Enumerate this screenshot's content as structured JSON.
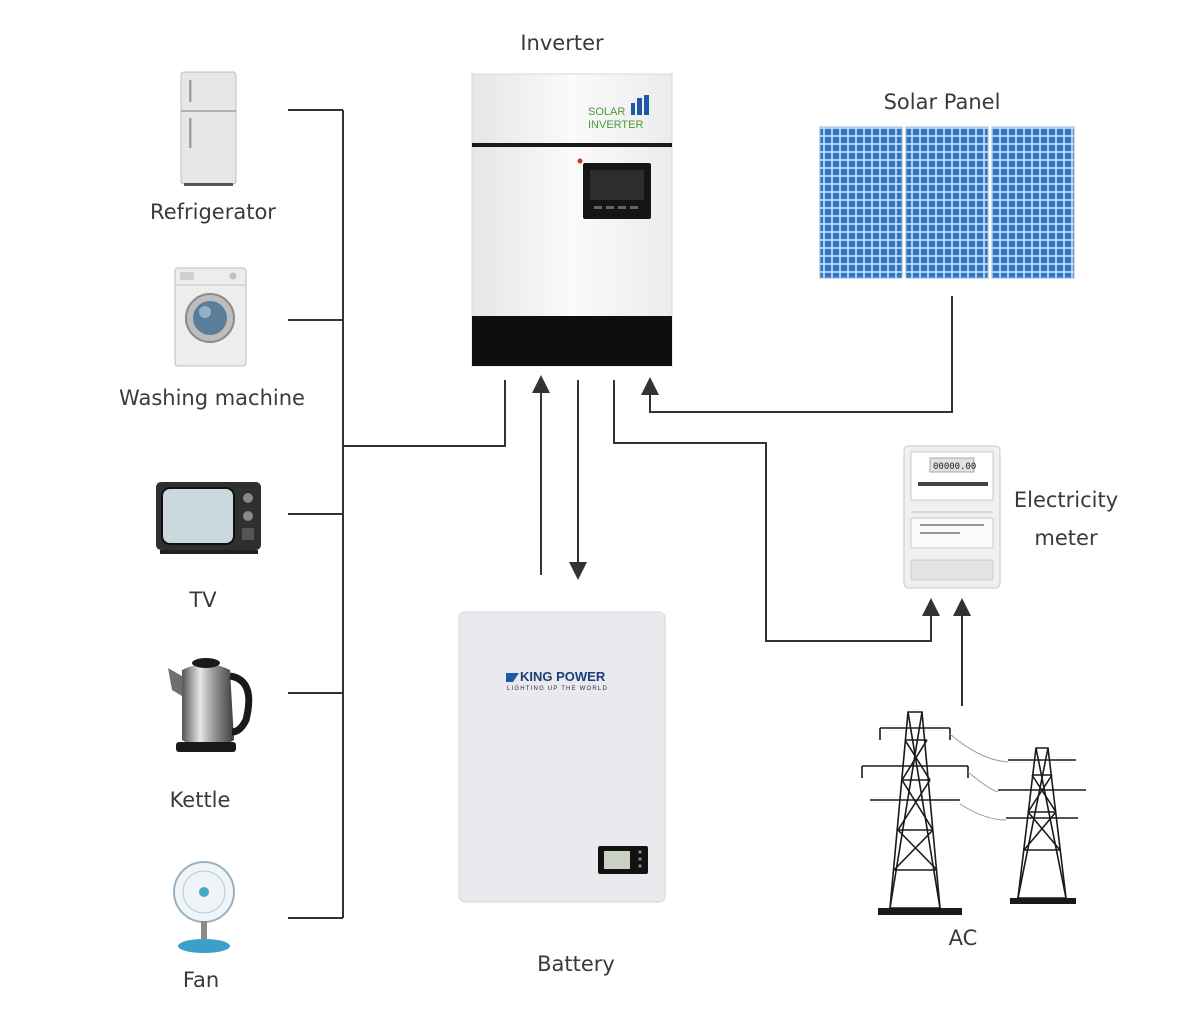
{
  "labels": {
    "inverter": "Inverter",
    "solar_panel": "Solar Panel",
    "refrigerator": "Refrigerator",
    "washing_machine": "Washing machine",
    "tv": "TV",
    "kettle": "Kettle",
    "fan": "Fan",
    "battery": "Battery",
    "electricity_meter_line1": "Electricity",
    "electricity_meter_line2": "meter",
    "ac": "AC"
  },
  "inverter_device": {
    "brand_line1": "SOLAR",
    "brand_line2": "INVERTER"
  },
  "battery_device": {
    "brand": "KING POWER",
    "tagline": "LIGHTING UP THE WORLD"
  },
  "meter_device": {
    "display": "00000.00"
  },
  "colors": {
    "line": "#333333",
    "label": "#3a3a3a",
    "solar_cell": "#2f78c7",
    "inverter_body": "#f2f2f2",
    "battery_body": "#e9e9ee",
    "brand_green": "#4a9a3c",
    "brand_blue": "#1c5aa8"
  },
  "icons": [
    "refrigerator-icon",
    "washing-machine-icon",
    "tv-icon",
    "kettle-icon",
    "fan-icon",
    "solar-panel-icon",
    "electricity-meter-icon",
    "power-tower-icon"
  ]
}
